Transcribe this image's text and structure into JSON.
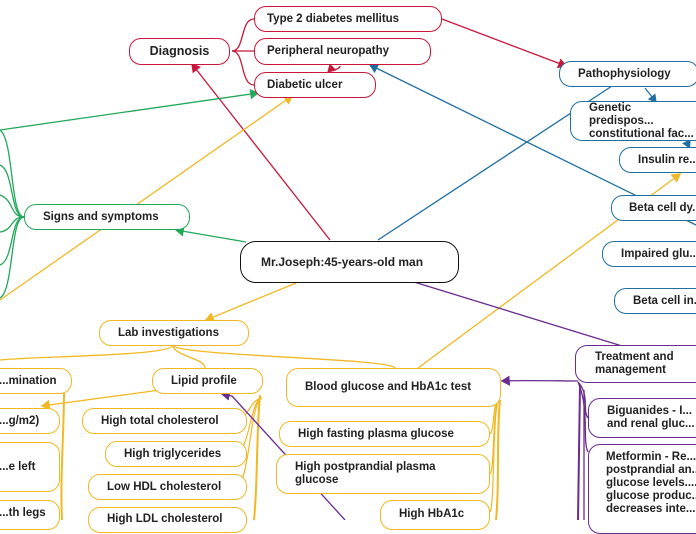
{
  "central": {
    "label": "Mr.Joseph:45-years-old man"
  },
  "diagnosis": {
    "label": "Diagnosis",
    "children": [
      "Type 2 diabetes mellitus",
      "Peripheral neuropathy",
      "Diabetic ulcer"
    ]
  },
  "pathophysiology": {
    "label": "Pathophysiology",
    "children": [
      "Genetic predispos... constitutional fac...",
      "Insulin re...",
      "Beta cell dy...",
      "Impaired glu...",
      "Beta cell in..."
    ]
  },
  "signs": {
    "label": "Signs and symptoms"
  },
  "lab": {
    "label": "Lab investigations",
    "children": [
      "...mination",
      "Lipid profile",
      "Blood glucose and HbA1c test"
    ],
    "left_items": [
      "...g/m2)",
      "...e left",
      "...th legs"
    ],
    "lipid_items": [
      "High total cholesterol",
      "High triglycerides",
      "Low HDL cholesterol",
      "High LDL cholesterol"
    ],
    "glucose_items": [
      "High fasting plasma glucose",
      "High postprandial plasma glucose",
      "High HbA1c"
    ]
  },
  "treatment": {
    "label": "Treatment and management",
    "children": [
      "Biguanides - I... and renal gluc...",
      "Metformin - Re... postprandial an... glucose levels.... glucose produc... decreases inte..."
    ]
  },
  "colors": {
    "red": "#c7173a",
    "blue": "#1f6fa3",
    "green": "#22a85a",
    "yellow": "#f2b824",
    "purple": "#6a2c91",
    "central": "#111111"
  }
}
